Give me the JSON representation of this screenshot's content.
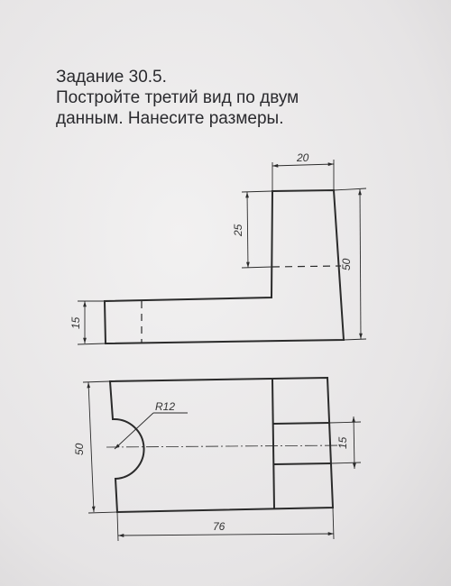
{
  "task": {
    "title": "Задание 30.5.",
    "line1": "Постройте третий вид по двум",
    "line2": "данным. Нанесите размеры."
  },
  "dimensions": {
    "front_width": "20",
    "front_depth": "25",
    "front_height": "50",
    "front_base": "15",
    "top_radius": "R12",
    "top_height": "50",
    "top_slot": "15",
    "top_length": "76"
  },
  "colors": {
    "line": "#2b2b2b",
    "background": "#e9e7e8"
  }
}
